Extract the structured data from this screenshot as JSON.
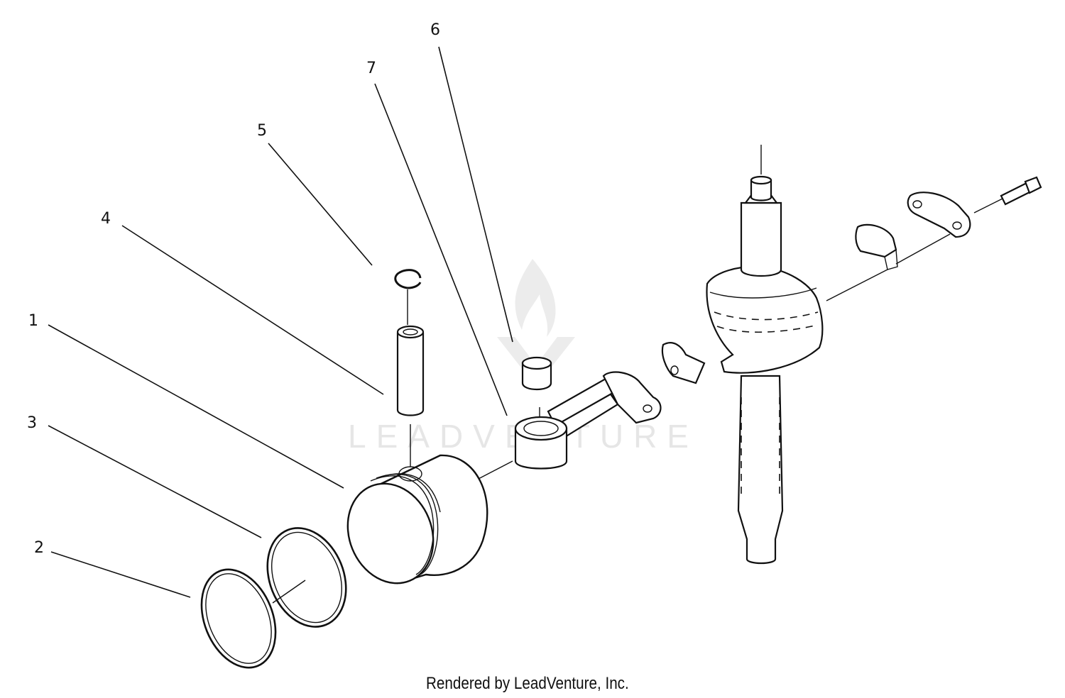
{
  "callouts": [
    {
      "id": "1",
      "label": "1"
    },
    {
      "id": "2",
      "label": "2"
    },
    {
      "id": "3",
      "label": "3"
    },
    {
      "id": "4",
      "label": "4"
    },
    {
      "id": "5",
      "label": "5"
    },
    {
      "id": "6",
      "label": "6"
    },
    {
      "id": "7",
      "label": "7"
    }
  ],
  "watermark": {
    "text": "LEADVENTURE",
    "icon": "flame-v-logo-icon"
  },
  "footer": {
    "credit": "Rendered by LeadVenture, Inc."
  }
}
